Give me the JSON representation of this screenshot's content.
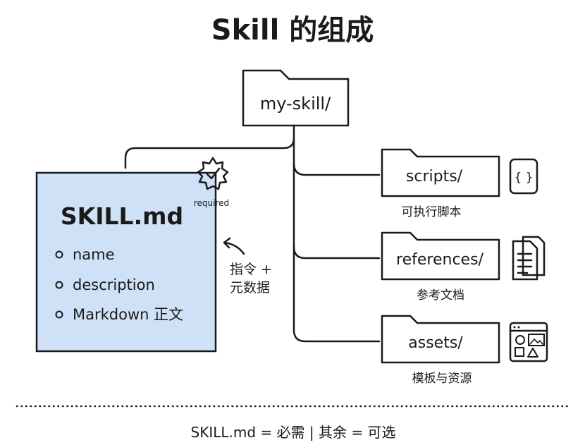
{
  "title": "Skill 的组成",
  "root_folder": {
    "label": "my-skill/"
  },
  "skill_file": {
    "title": "SKILL.md",
    "badge_label": "required",
    "items": [
      "name",
      "description",
      "Markdown 正文"
    ]
  },
  "annotation": {
    "line1": "指令 +",
    "line2": "元数据"
  },
  "folders": [
    {
      "label": "scripts/",
      "caption": "可执行脚本",
      "icon": "code-braces-icon",
      "icon_text": "{ }"
    },
    {
      "label": "references/",
      "caption": "参考文档",
      "icon": "documents-icon"
    },
    {
      "label": "assets/",
      "caption": "模板与资源",
      "icon": "image-shapes-icon"
    }
  ],
  "footer": "SKILL.md = 必需 | 其余 = 可选",
  "colors": {
    "skill_box_fill": "#cfe1f7",
    "folder_fill": "#faecb0",
    "ink": "#1a1a1a"
  }
}
